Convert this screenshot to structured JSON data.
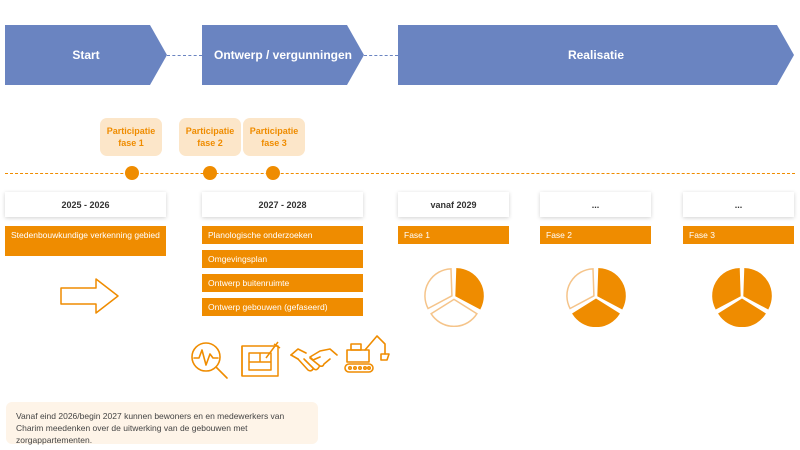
{
  "phases": [
    {
      "label": "Start"
    },
    {
      "label": "Ontwerp / vergunningen"
    },
    {
      "label": "Realisatie"
    }
  ],
  "participation": [
    {
      "label": "Participatie fase 1"
    },
    {
      "label": "Participatie fase 2"
    },
    {
      "label": "Participatie fase 3"
    }
  ],
  "periods": [
    {
      "label": "2025 - 2026"
    },
    {
      "label": "2027 - 2028"
    },
    {
      "label": "vanaf 2029"
    },
    {
      "label": "..."
    },
    {
      "label": "..."
    }
  ],
  "column1": {
    "items": [
      "Stedenbouwkundige verkenning gebied"
    ]
  },
  "column2": {
    "items": [
      "Planologische onderzoeken",
      "Omgevingsplan",
      "Ontwerp buitenruimte",
      "Ontwerp gebouwen (gefaseerd)"
    ]
  },
  "realisation_phases": [
    {
      "label": "Fase 1",
      "filled_segments": 1
    },
    {
      "label": "Fase 2",
      "filled_segments": 2
    },
    {
      "label": "Fase 3",
      "filled_segments": 3
    }
  ],
  "icons": [
    "arrow-right-icon",
    "magnifier-graph-icon",
    "blueprint-icon",
    "handshake-icon",
    "excavator-icon"
  ],
  "note": {
    "text": "Vanaf eind 2026/begin 2027 kunnen bewoners en en medewerkers van Charim meedenken over de uitwerking van de gebouwen met zorgappartementen."
  },
  "colors": {
    "blue": "#6a84c1",
    "orange": "#ef8c00",
    "light_orange": "#fce6c9"
  }
}
